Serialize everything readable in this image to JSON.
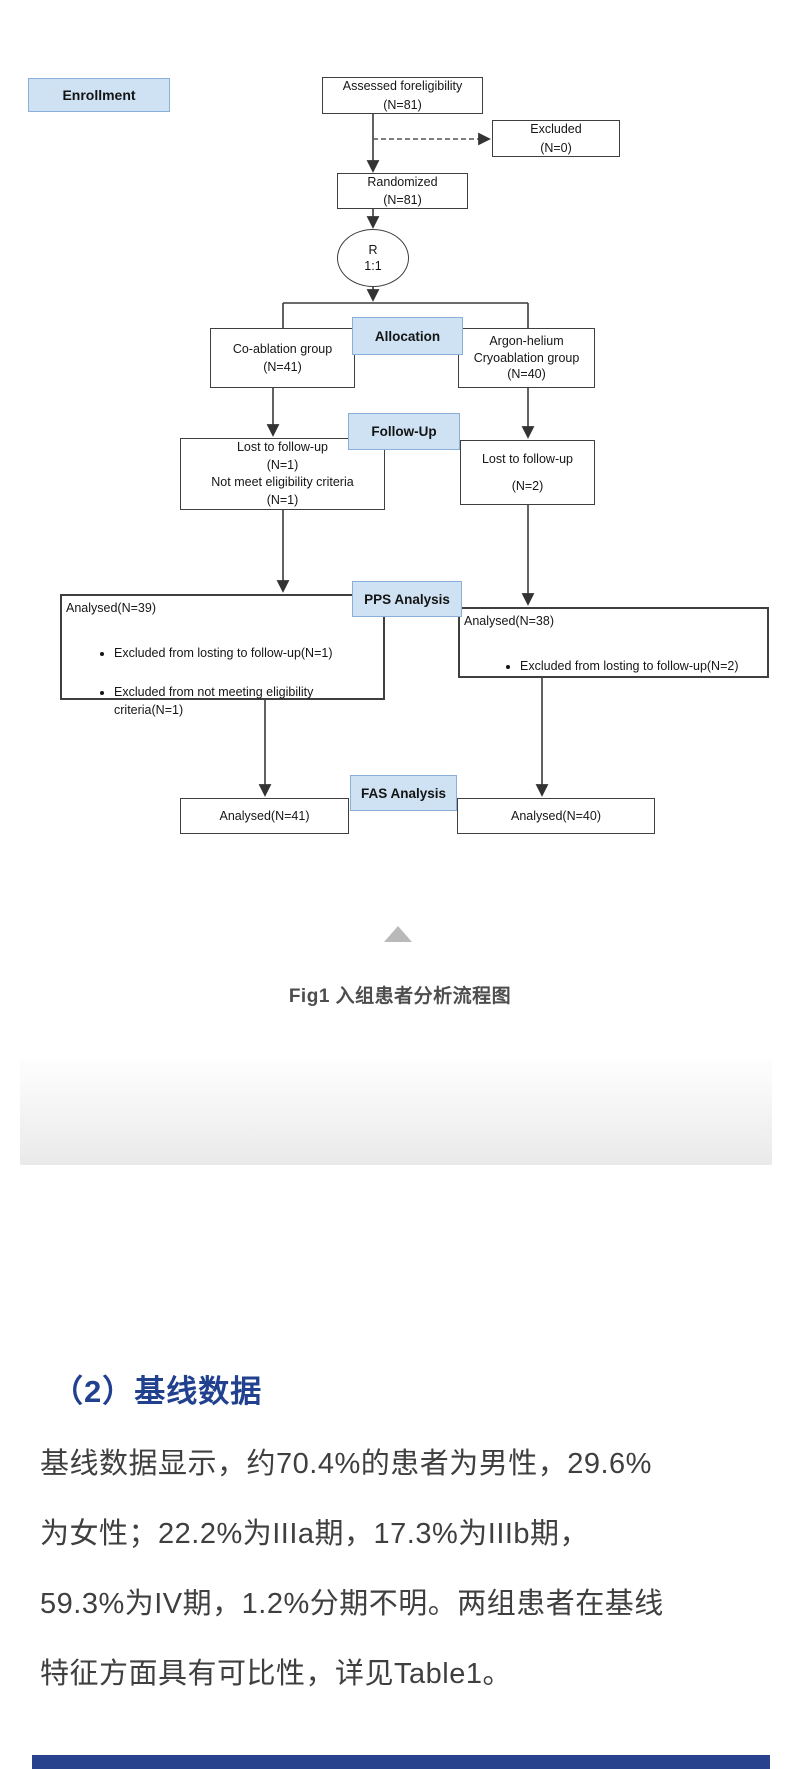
{
  "figure": {
    "enrollment_label": "Enrollment",
    "assessed": "Assessed foreligibility\n(N=81)",
    "excluded": "Excluded\n(N=0)",
    "randomized": "Randomized\n(N=81)",
    "random_ratio": "R\n1:1",
    "allocation_label": "Allocation",
    "co_ablation_group": "Co-ablation group\n(N=41)",
    "argon_group": "Argon-helium\nCryoablation group\n(N=40)",
    "followup_label": "Follow-Up",
    "lost_left": "Lost to follow-up\n(N=1)\nNot meet eligibility criteria\n(N=1)",
    "lost_right": "Lost to follow-up\n(N=2)",
    "pps_label": "PPS Analysis",
    "pps_left": {
      "title": "Analysed(N=39)",
      "bullets": [
        "Excluded from losting to follow-up(N=1)",
        "Excluded from not meeting eligibility criteria(N=1)"
      ]
    },
    "pps_right": {
      "title": "Analysed(N=38)",
      "bullets": [
        "Excluded from losting to follow-up(N=2)"
      ]
    },
    "fas_label": "FAS Analysis",
    "fas_left": "Analysed(N=41)",
    "fas_right": "Analysed(N=40)",
    "caption": "Fig1 入组患者分析流程图"
  },
  "section": {
    "heading": "（2）基线数据",
    "paragraph_lines": [
      "基线数据显示，约70.4%的患者为男性，29.6%",
      "为女性；22.2%为IIIa期，17.3%为IIIb期，",
      "59.3%为IV期，1.2%分期不明。两组患者在基线",
      "特征方面具有可比性，详见Table1。"
    ]
  },
  "colors": {
    "accent_blue_fill": "#cfe2f3",
    "accent_blue_border": "#8ab0da",
    "heading_navy": "#21418f",
    "bottom_bar": "#28428d"
  }
}
